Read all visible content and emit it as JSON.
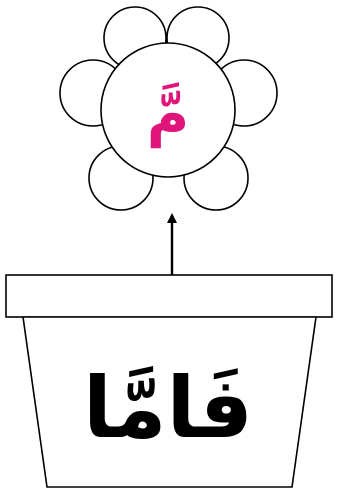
{
  "flower": {
    "letter": "مَّ",
    "letter_color": "#e0157a",
    "petal_count": 6
  },
  "pot": {
    "word": "فَامَّا",
    "word_color": "#000000"
  }
}
